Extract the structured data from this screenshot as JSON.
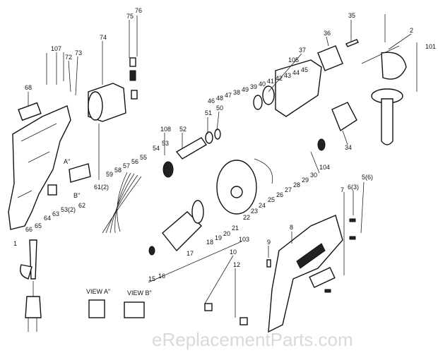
{
  "title": "Exploded parts diagram - hammer drill",
  "watermark": "eReplacementParts.com",
  "views": {
    "view_a": "VIEW A\"",
    "view_b": "VIEW B\""
  },
  "labels": {
    "p107": "107",
    "p72": "72",
    "p73": "73",
    "p74": "74",
    "p75": "75",
    "p76": "76",
    "p68": "68",
    "p108": "108",
    "p52": "52",
    "p51": "51",
    "p50": "50",
    "p55": "55",
    "p56": "56",
    "p57": "57",
    "p58": "58",
    "p59": "59",
    "p54": "54",
    "p53": "53",
    "p61": "61(2)",
    "pA": "A\"",
    "pB": "B\"",
    "p64": "64",
    "p63": "63",
    "p53b": "53(2)",
    "p62": "62",
    "p66": "66",
    "p65": "65",
    "p1": "1",
    "p17": "17",
    "p15": "15",
    "p16": "16",
    "p18": "18",
    "p19": "19",
    "p20": "20",
    "p21": "21",
    "p22": "22",
    "p23": "23",
    "p24": "24",
    "p25": "25",
    "p26": "26",
    "p27": "27",
    "p28": "28",
    "p29": "29",
    "p30": "30",
    "p103": "103",
    "p104": "104",
    "p34": "34",
    "p35": "35",
    "p36": "36",
    "p37": "37",
    "p105": "105",
    "p2": "2",
    "p101": "101",
    "p9": "9",
    "p8": "8",
    "p7": "7",
    "p6": "6(3)",
    "p5": "5(6)",
    "p10": "10",
    "p12": "12",
    "p46": "46",
    "p47": "47",
    "p48": "48",
    "p49": "49",
    "p38": "38",
    "p39": "39",
    "p40": "40",
    "p41": "41",
    "p42": "42",
    "p43": "43",
    "p44": "44",
    "p45": "45"
  }
}
